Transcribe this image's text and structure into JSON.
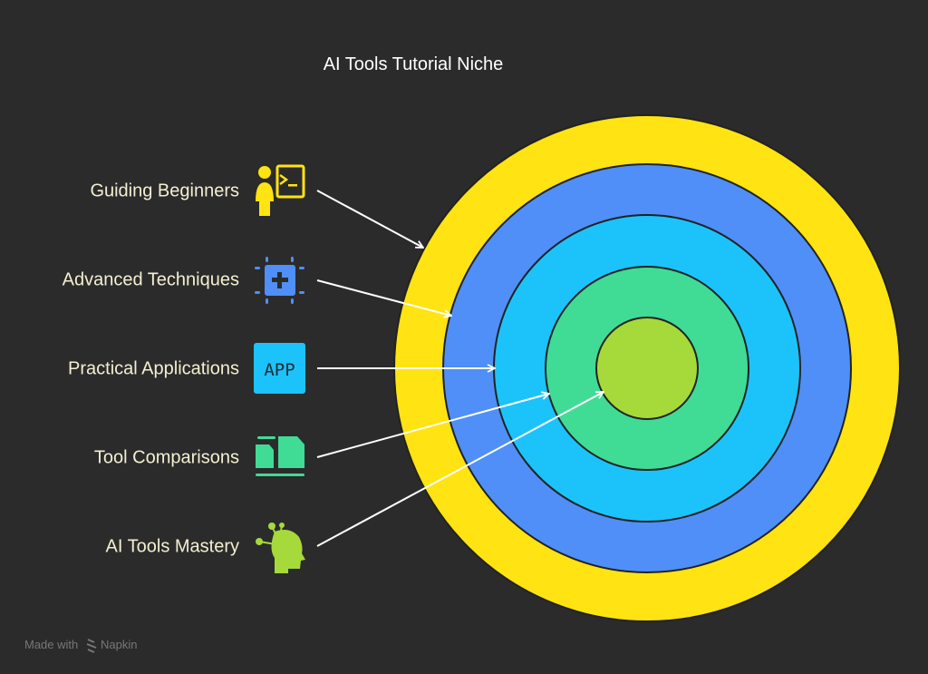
{
  "title": "AI Tools Tutorial Niche",
  "layers": [
    {
      "label": "Guiding Beginners",
      "icon": "teacher-terminal-icon",
      "color": "#ffe312"
    },
    {
      "label": "Advanced Techniques",
      "icon": "processor-plus-icon",
      "color": "#4f8ff7"
    },
    {
      "label": "Practical Applications",
      "icon": "app-icon",
      "color": "#1cc3fb"
    },
    {
      "label": "Tool Comparisons",
      "icon": "compare-documents-icon",
      "color": "#40db95"
    },
    {
      "label": "AI Tools Mastery",
      "icon": "head-network-icon",
      "color": "#a6d93a"
    }
  ],
  "app_icon_text": "APP",
  "footer": {
    "made_with": "Made with",
    "brand": "Napkin"
  }
}
